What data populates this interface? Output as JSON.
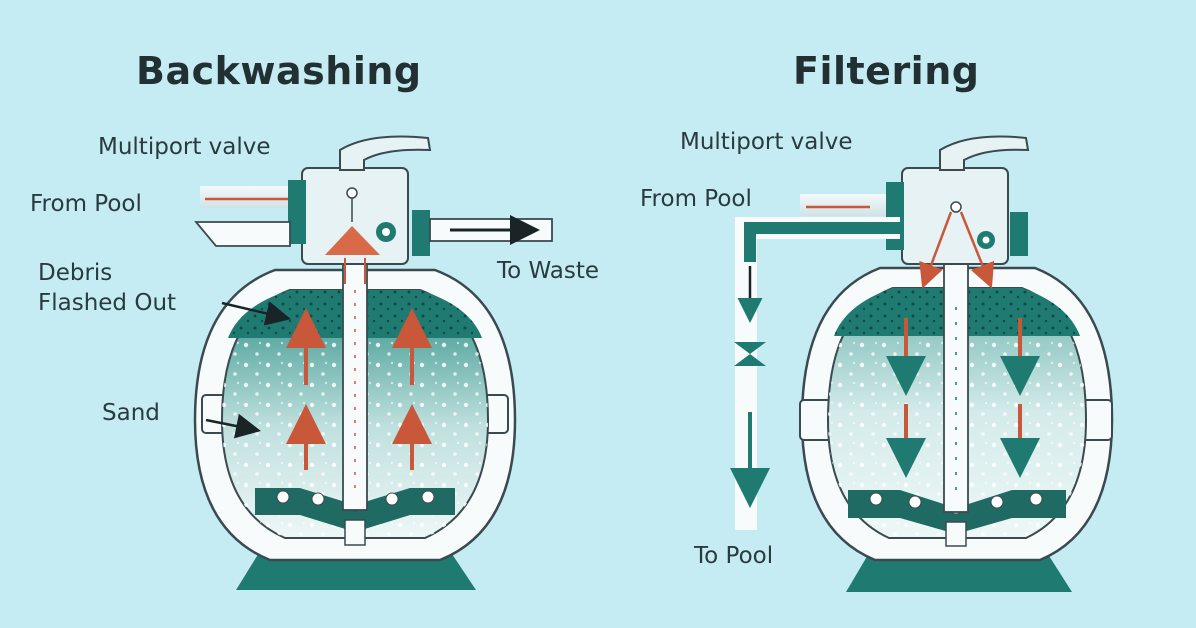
{
  "backwashing": {
    "title": "Backwashing",
    "labels": {
      "multiport_valve": "Multiport valve",
      "from_pool": "From Pool",
      "to_waste": "To Waste",
      "debris_line1": "Debris",
      "debris_line2": "Flashed Out",
      "sand": "Sand"
    }
  },
  "filtering": {
    "title": "Filtering",
    "labels": {
      "multiport_valve": "Multiport valve",
      "from_pool": "From Pool",
      "to_pool": "To Pool"
    }
  },
  "colors": {
    "background": "#c5ebf3",
    "teal": "#1f7a72",
    "dark_teal": "#165f58",
    "sand_light": "#e6f3f3",
    "arrow_red": "#c9583a",
    "outline": "#2a3b3f"
  }
}
